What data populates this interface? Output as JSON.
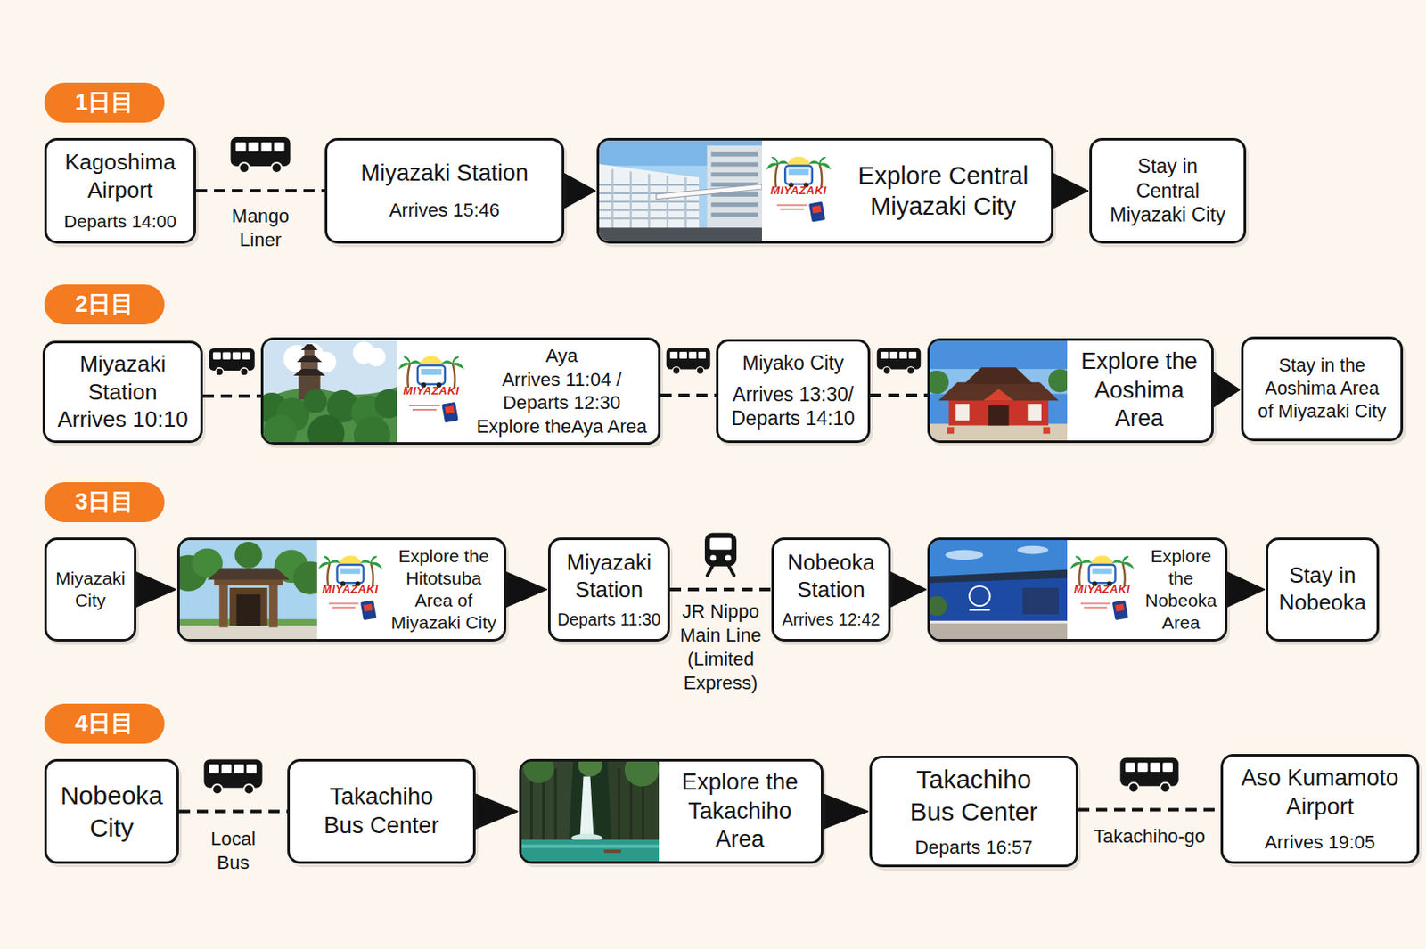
{
  "diagram": {
    "nodes": [
      {
        "text": [
          "1日目"
        ]
      },
      {
        "text": [
          "Kagoshima Airport",
          "Departs 14:00"
        ]
      },
      {
        "text": [
          "Miyazaki Station",
          "Arrives 15:46"
        ]
      },
      {
        "text": [
          "Explore Central Miyazaki City"
        ]
      },
      {
        "text": [
          "Stay in Central Miyazaki City"
        ]
      },
      {
        "text": [
          "2日目"
        ]
      },
      {
        "text": [
          "Miyazaki Station",
          "Arrives 10:10"
        ]
      },
      {
        "text": [
          "Aya",
          "Arrives 11:04 / Departs 12:30",
          "Explore theAya Area"
        ]
      },
      {
        "text": [
          "Miyako City",
          "Arrives 13:30/ Departs 14:10"
        ]
      },
      {
        "text": [
          "Explore the Aoshima Area"
        ]
      },
      {
        "text": [
          "Stay in the Aoshima Area of Miyazaki City"
        ]
      },
      {
        "text": [
          "3日目"
        ]
      },
      {
        "text": [
          "Miyazaki City"
        ]
      },
      {
        "text": [
          "Explore the Hitotsuba Area of Miyazaki City"
        ]
      },
      {
        "text": [
          "Miyazaki Station",
          "Departs 11:30"
        ]
      },
      {
        "text": [
          "Nobeoka Station",
          "Arrives 12:42"
        ]
      },
      {
        "text": [
          "Explore the Nobeoka Area"
        ]
      },
      {
        "text": [
          "Stay in Nobeoka"
        ]
      },
      {
        "text": [
          "4日目"
        ]
      },
      {
        "text": [
          "Nobeoka City"
        ]
      },
      {
        "text": [
          "Takachiho Bus Center"
        ]
      },
      {
        "text": [
          "Explore the Takachiho Area"
        ]
      },
      {
        "text": [
          "Takachiho Bus Center",
          "Departs 16:57"
        ]
      },
      {
        "text": [
          "Aso Kumamoto Airport",
          "Arrives 19:05"
        ]
      }
    ],
    "edges": [
      {
        "from": 1,
        "to": 2,
        "arrow": "none",
        "label": "Mango Liner"
      },
      {
        "from": 2,
        "to": 3,
        "arrow": "to"
      },
      {
        "from": 3,
        "to": 4,
        "arrow": "to"
      },
      {
        "from": 6,
        "to": 7,
        "arrow": "none"
      },
      {
        "from": 7,
        "to": 8,
        "arrow": "none"
      },
      {
        "from": 8,
        "to": 9,
        "arrow": "none"
      },
      {
        "from": 9,
        "to": 10,
        "arrow": "to"
      },
      {
        "from": 12,
        "to": 13,
        "arrow": "to"
      },
      {
        "from": 13,
        "to": 14,
        "arrow": "to"
      },
      {
        "from": 14,
        "to": 15,
        "arrow": "none",
        "label": "JR Nippo Main Line (Limited Express)"
      },
      {
        "from": 15,
        "to": 16,
        "arrow": "to"
      },
      {
        "from": 16,
        "to": 17,
        "arrow": "to"
      },
      {
        "from": 19,
        "to": 20,
        "arrow": "none",
        "label": "Local Bus"
      },
      {
        "from": 20,
        "to": 21,
        "arrow": "to"
      },
      {
        "from": 21,
        "to": 22,
        "arrow": "to"
      },
      {
        "from": 22,
        "to": 23,
        "arrow": "none",
        "label": "Takachiho-go"
      }
    ],
    "labels": [
      "MIYAZAKI",
      "MIYAZAKI",
      "MIYAZAKI",
      "MIYAZAKI"
    ]
  }
}
